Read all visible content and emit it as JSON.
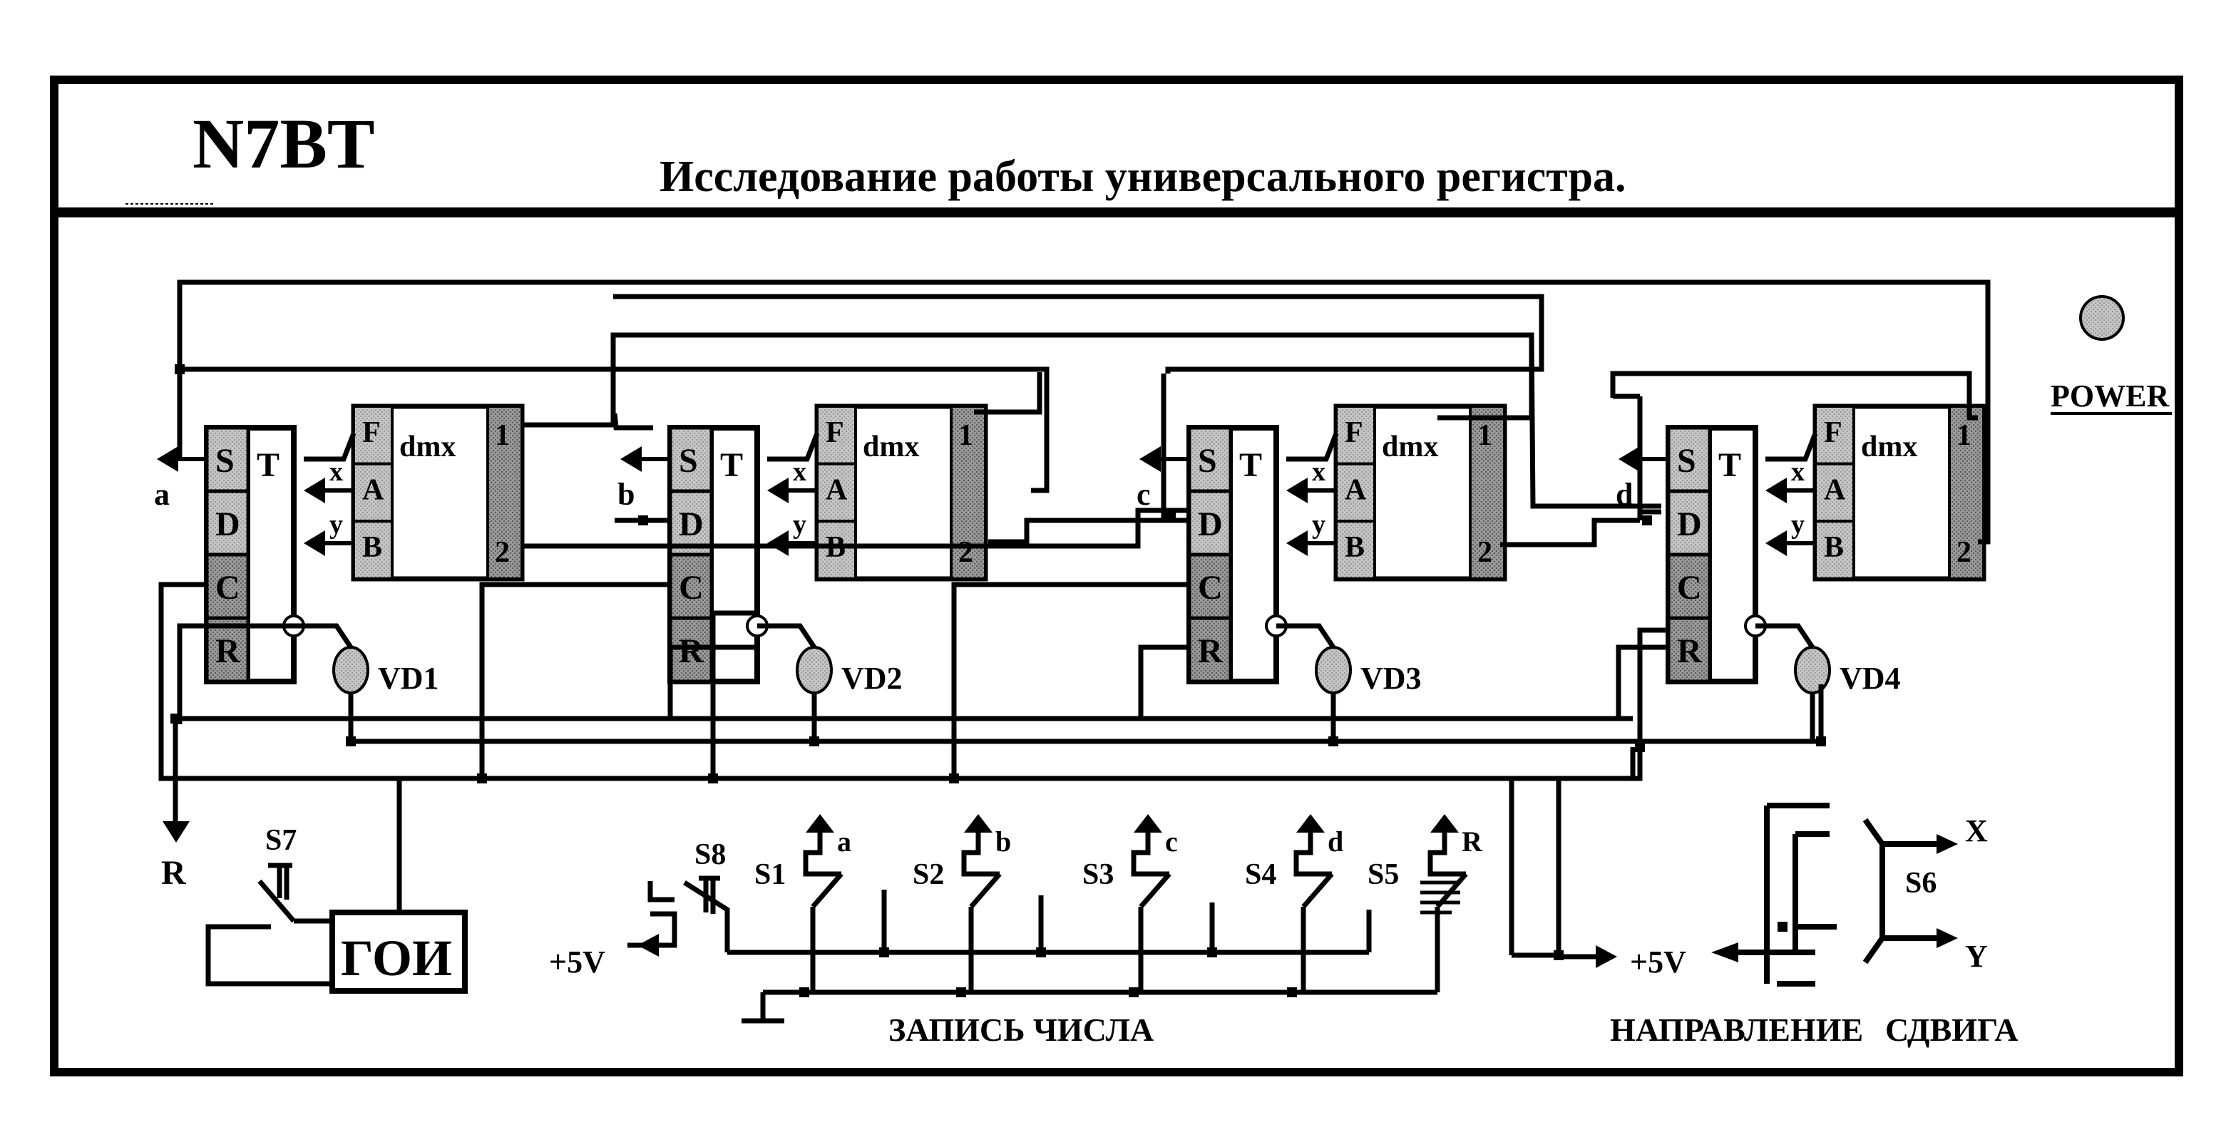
{
  "header": {
    "code": "N7BT",
    "title": "Исследование работы универсального регистра."
  },
  "power_label": "POWER",
  "triggers": [
    {
      "id": "t1",
      "pins": [
        "S",
        "D",
        "C",
        "R"
      ],
      "type": "T",
      "out": "a",
      "led": "VD1"
    },
    {
      "id": "t2",
      "pins": [
        "S",
        "D",
        "C",
        "R"
      ],
      "type": "T",
      "out": "b",
      "led": "VD2"
    },
    {
      "id": "t3",
      "pins": [
        "S",
        "D",
        "C",
        "R"
      ],
      "type": "T",
      "out": "c",
      "led": "VD3"
    },
    {
      "id": "t4",
      "pins": [
        "S",
        "D",
        "C",
        "R"
      ],
      "type": "T",
      "out": "d",
      "led": "VD4"
    }
  ],
  "demux": {
    "name": "dmx",
    "left_pins": [
      "F",
      "A",
      "B"
    ],
    "right_pins": [
      "1",
      "2"
    ],
    "inputs": [
      "x",
      "y"
    ]
  },
  "reset_output": "R",
  "generator": {
    "switch": "S7",
    "label": "ГОИ"
  },
  "write_section": {
    "switch_main": "S8",
    "supply": "+5V",
    "switches": [
      {
        "name": "S1",
        "out": "a"
      },
      {
        "name": "S2",
        "out": "b"
      },
      {
        "name": "S3",
        "out": "c"
      },
      {
        "name": "S4",
        "out": "d"
      },
      {
        "name": "S5",
        "out": "R"
      }
    ],
    "caption": "ЗАПИСЬ ЧИСЛА"
  },
  "direction_section": {
    "supply": "+5V",
    "switch": "S6",
    "outputs": [
      "X",
      "Y"
    ],
    "caption_left": "НАПРАВЛЕНИЕ",
    "caption_right": "СДВИГА"
  },
  "colors": {
    "ink": "#000000",
    "pin_fill": "#b8b8b8",
    "pin_dark": "#8a8a8a",
    "led": "#9a9a9a"
  }
}
